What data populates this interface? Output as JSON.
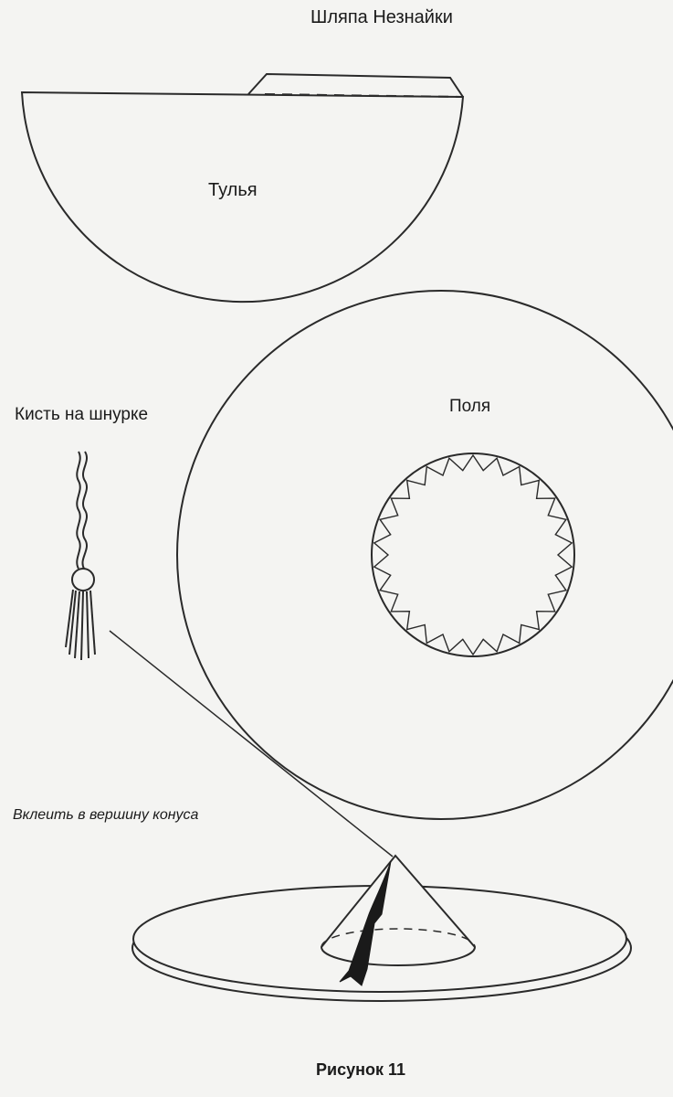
{
  "title": "Шляпа Незнайки",
  "labels": {
    "crown": "Тулья",
    "brim": "Поля",
    "tassel": "Кисть на шнурке",
    "glue_note": "Вклеить в вершину конуса"
  },
  "caption": "Рисунок 11",
  "colors": {
    "line": "#2a2a2a",
    "paper": "#f4f4f2",
    "tassel": "#1a1a1a"
  },
  "icons": [
    "tassel-on-cord-icon",
    "assembled-hat-icon"
  ]
}
